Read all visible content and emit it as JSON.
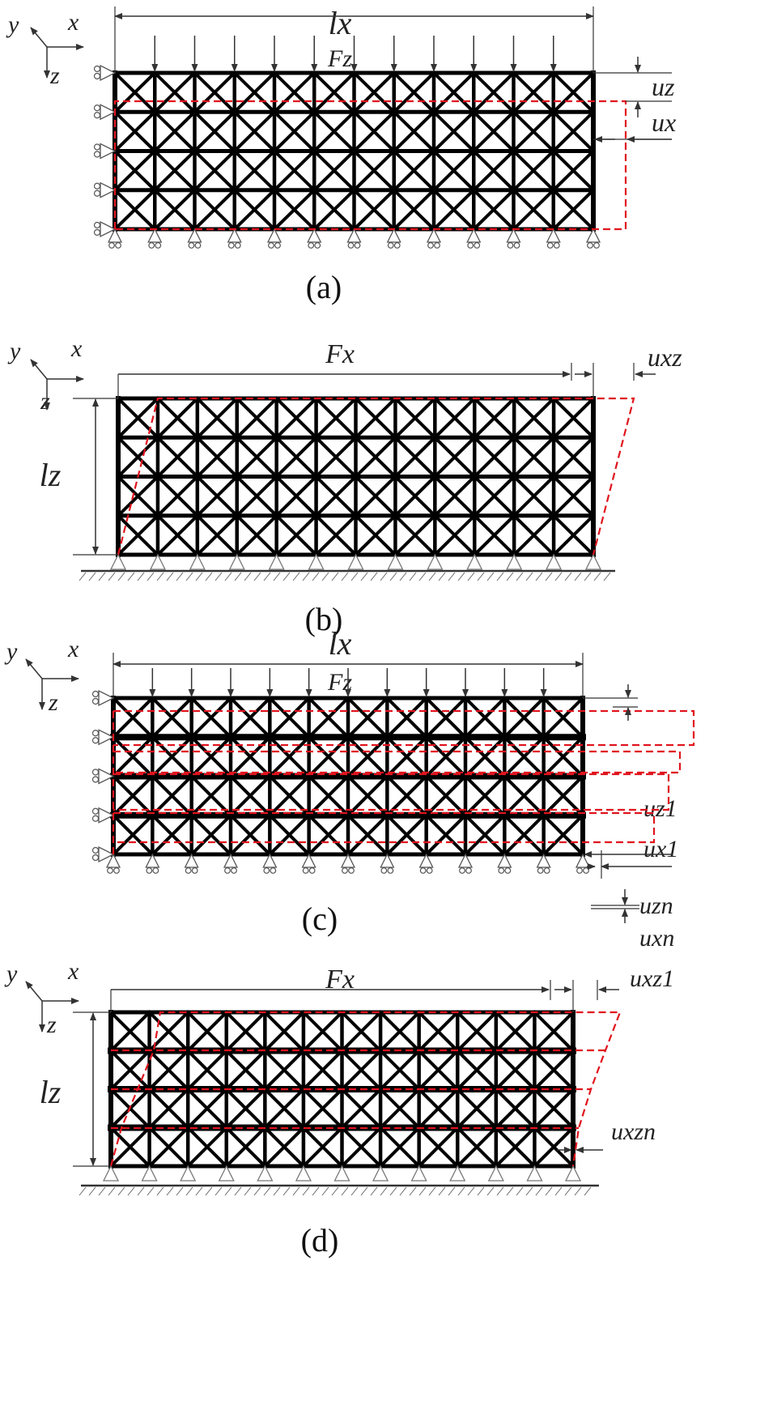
{
  "axes": {
    "x": "x",
    "y": "y",
    "z": "z"
  },
  "panels": [
    {
      "caption": "(a)",
      "dims": [
        "lx",
        "Fz",
        "uz",
        "ux"
      ]
    },
    {
      "caption": "(b)",
      "dims": [
        "Fx",
        "uxz",
        "lz"
      ]
    },
    {
      "caption": "(c)",
      "dims": [
        "lx",
        "Fz",
        "uz1",
        "ux1",
        "uzn",
        "uxn"
      ]
    },
    {
      "caption": "(d)",
      "dims": [
        "Fx",
        "uxz1",
        "lz",
        "uxzn"
      ]
    }
  ],
  "colors": {
    "truss": "#000000",
    "deformed": "#e0141e",
    "annotation": "#333333"
  }
}
